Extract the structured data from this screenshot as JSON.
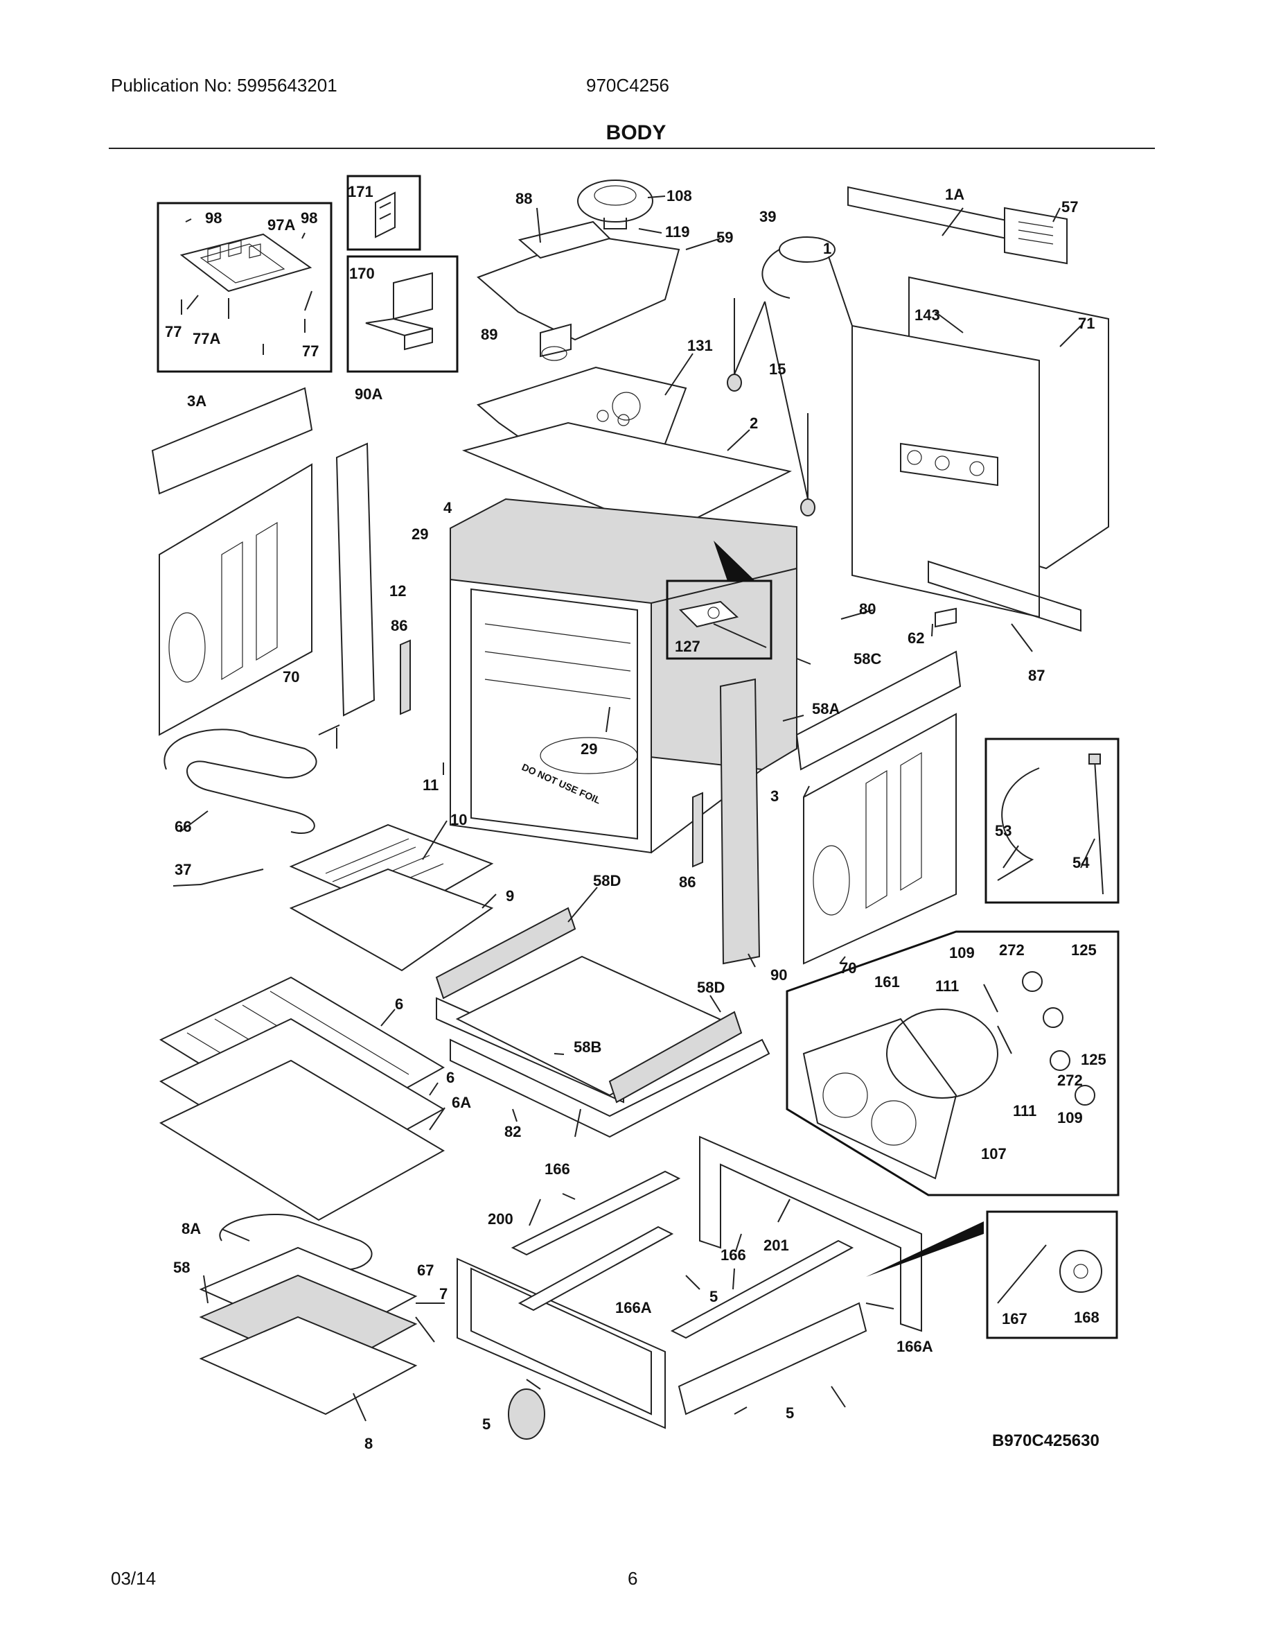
{
  "header": {
    "publication": "Publication No: 5995643201",
    "model": "970C4256"
  },
  "section_title": "BODY",
  "diagram_code": "B970C425630",
  "stamp_text": "DO NOT USE FOIL",
  "callouts": {
    "c98a": "98",
    "c97a": "97A",
    "c98b": "98",
    "c77a": "77",
    "c77A": "77A",
    "c77b": "77",
    "c171": "171",
    "c170": "170",
    "c88": "88",
    "c108": "108",
    "c119": "119",
    "c59": "59",
    "c89": "89",
    "c131": "131",
    "c39": "39",
    "c15": "15",
    "c2": "2",
    "c4": "4",
    "c1A": "1A",
    "c57": "57",
    "c1": "1",
    "c143": "143",
    "c71": "71",
    "c3A": "3A",
    "c90A": "90A",
    "c70a": "70",
    "c29a": "29",
    "c12": "12",
    "c86a": "86",
    "c127": "127",
    "c80": "80",
    "c62": "62",
    "c87": "87",
    "c58C": "58C",
    "c58A": "58A",
    "c29b": "29",
    "c11": "11",
    "c66": "66",
    "c10": "10",
    "c37": "37",
    "c9": "9",
    "c58Da": "58D",
    "c86b": "86",
    "c3": "3",
    "c53": "53",
    "c54": "54",
    "c90": "90",
    "c70b": "70",
    "c109a": "109",
    "c272a": "272",
    "c125a": "125",
    "c161": "161",
    "c111a": "111",
    "c125b": "125",
    "c272b": "272",
    "c111b": "111",
    "c109b": "109",
    "c107": "107",
    "c6a": "6",
    "c6b": "6",
    "c6A": "6A",
    "c58Db": "58D",
    "c58B": "58B",
    "c82": "82",
    "c166a": "166",
    "c200": "200",
    "c201": "201",
    "c166b": "166",
    "c5a": "5",
    "c166Aa": "166A",
    "c166Ab": "166A",
    "c5b": "5",
    "c5c": "5",
    "c167": "167",
    "c168": "168",
    "c8A": "8A",
    "c58": "58",
    "c67": "67",
    "c7": "7",
    "c8": "8"
  },
  "footer": {
    "date": "03/14",
    "page": "6"
  }
}
